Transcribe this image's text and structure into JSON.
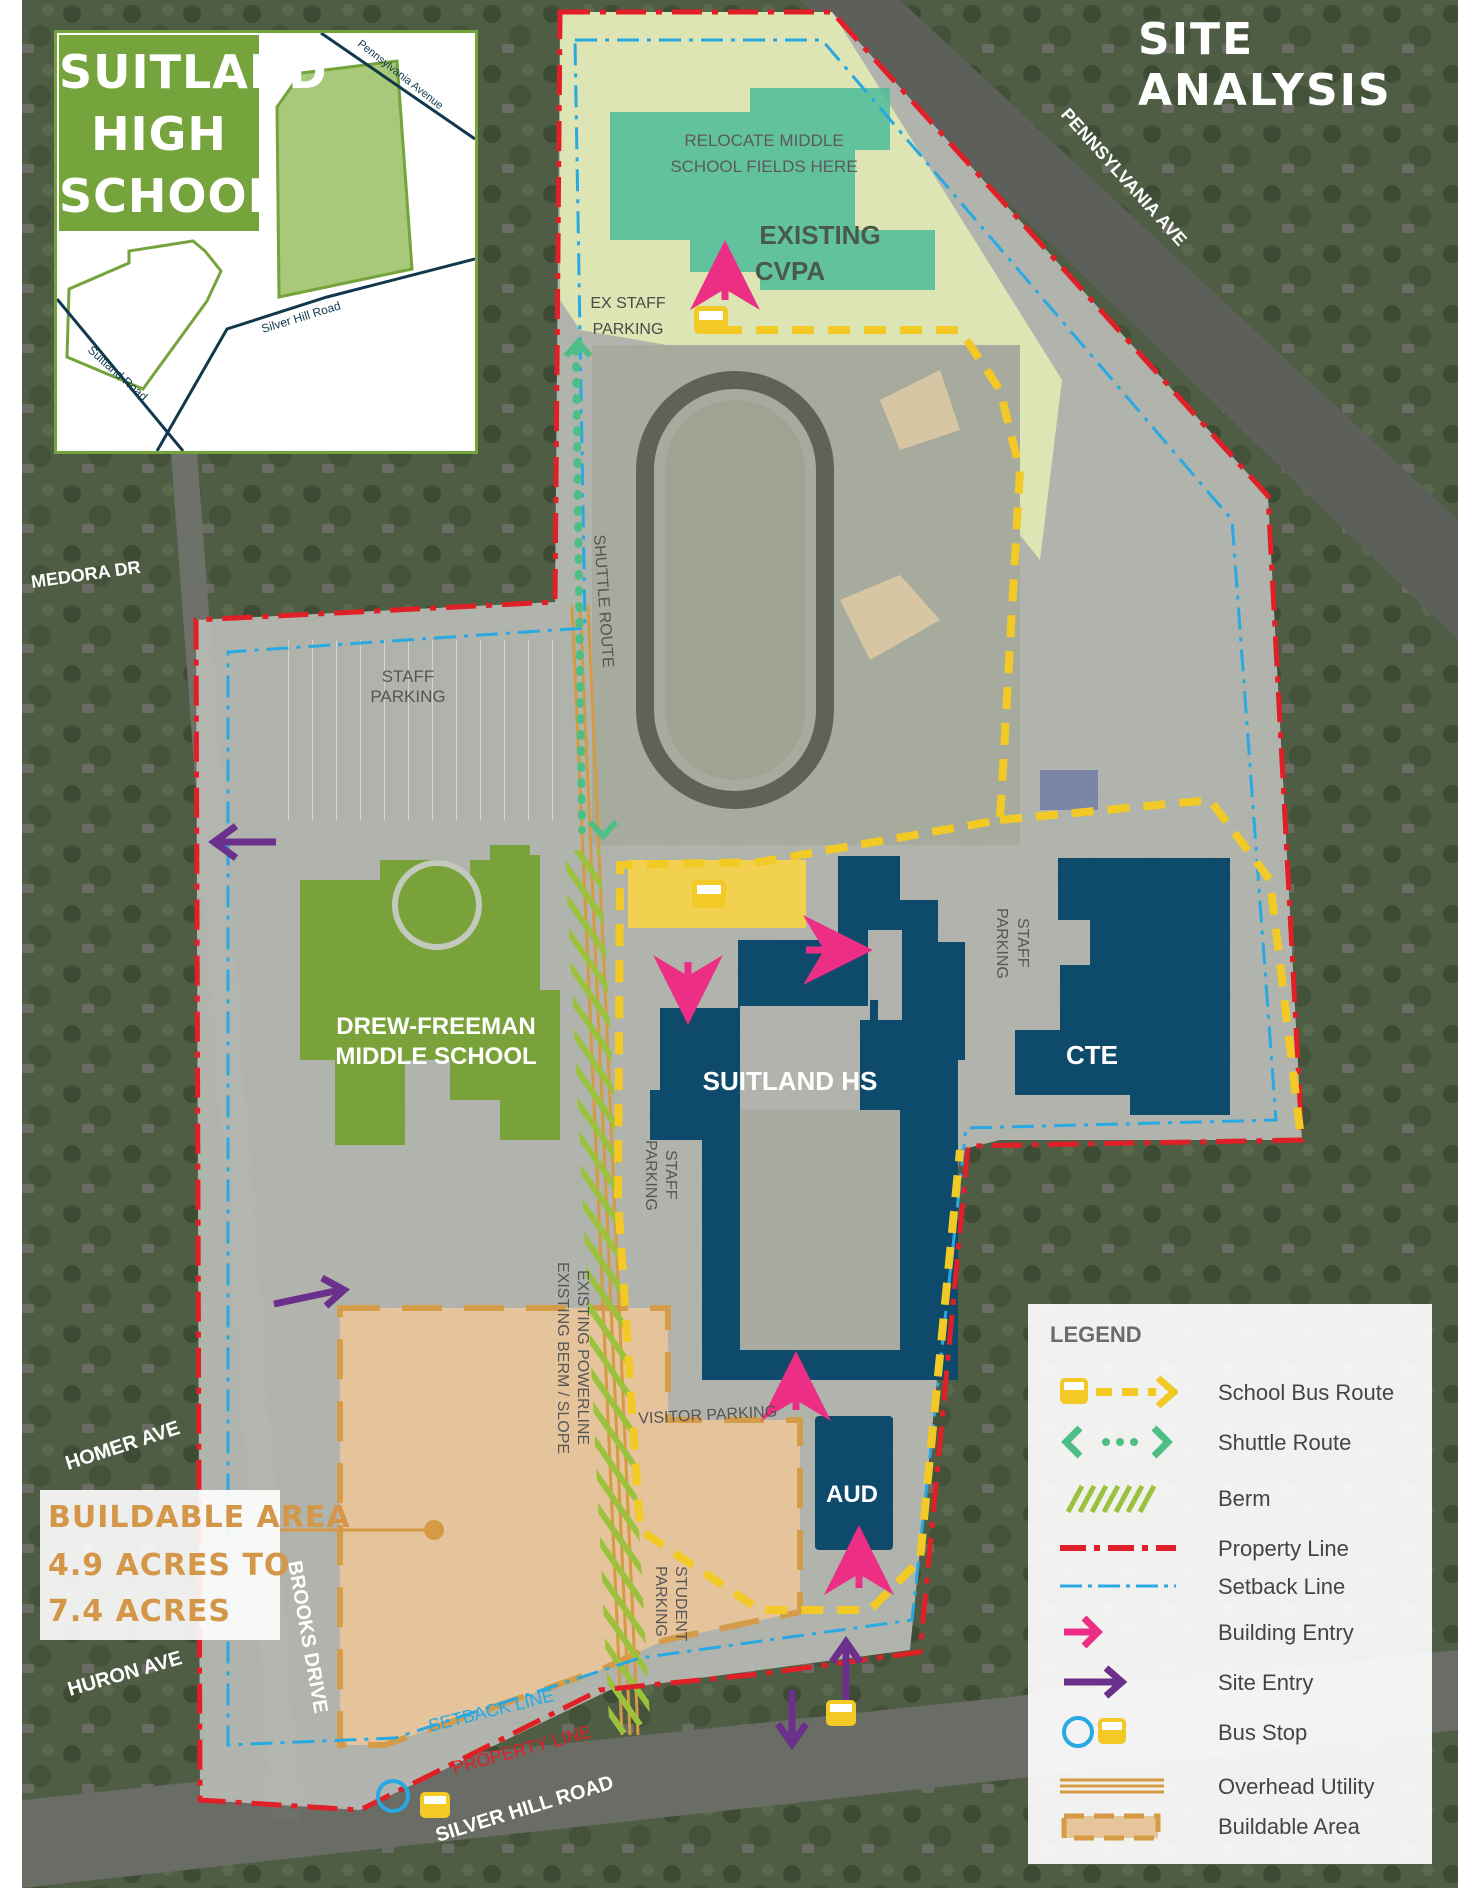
{
  "header": {
    "title": "SITE ANALYSIS"
  },
  "inset": {
    "title_lines": [
      "SUITLAND",
      "HIGH",
      "SCHOOL"
    ],
    "roads": [
      "Pennsylvania Avenue",
      "Silver Hill Road",
      "Suitland Road"
    ]
  },
  "map_labels": {
    "cvpa_note_1": "RELOCATE MIDDLE",
    "cvpa_note_2": "SCHOOL FIELDS HERE",
    "cvpa_1": "EXISTING",
    "cvpa_2": "CVPA",
    "ex_staff_1": "EX STAFF",
    "ex_staff_2": "PARKING",
    "pennsylvania_ave": "PENNSYLVANIA AVE",
    "medora_dr": "MEDORA DR",
    "shuttle_route": "SHUTTLE ROUTE",
    "staff_parking_top_1": "STAFF",
    "staff_parking_top_2": "PARKING",
    "staff_parking_right_1": "STAFF",
    "staff_parking_right_2": "PARKING",
    "drew_1": "DREW-FREEMAN",
    "drew_2": "MIDDLE SCHOOL",
    "suitland_hs": "SUITLAND HS",
    "cte": "CTE",
    "staff_parking_mid_1": "STAFF",
    "staff_parking_mid_2": "PARKING",
    "powerline_1": "EXISTING POWERLINE",
    "powerline_2": "EXISTING BERM / SLOPE",
    "visitor_parking": "VISITOR PARKING",
    "aud": "AUD",
    "student_parking_1": "STUDENT",
    "student_parking_2": "PARKING",
    "homer_ave": "HOMER AVE",
    "huron_ave": "HURON AVE",
    "brooks_drive": "BROOKS DRIVE",
    "setback_line": "SETBACK LINE",
    "property_line": "PROPERTY LINE",
    "silver_hill_road": "SILVER HILL ROAD"
  },
  "buildable_area": {
    "line_1": "BUILDABLE AREA",
    "line_2": "4.9 ACRES TO",
    "line_3": "7.4 ACRES"
  },
  "legend": {
    "title": "LEGEND",
    "items": [
      {
        "label": "School Bus Route",
        "icon": "school-bus-route-icon"
      },
      {
        "label": "Shuttle Route",
        "icon": "shuttle-route-icon"
      },
      {
        "label": "Berm",
        "icon": "berm-icon"
      },
      {
        "label": "Property Line",
        "icon": "property-line-icon"
      },
      {
        "label": "Setback Line",
        "icon": "setback-line-icon"
      },
      {
        "label": "Building Entry",
        "icon": "building-entry-icon"
      },
      {
        "label": "Site Entry",
        "icon": "site-entry-icon"
      },
      {
        "label": "Bus Stop",
        "icon": "bus-stop-icon"
      },
      {
        "label": "Overhead Utility",
        "icon": "overhead-utility-icon"
      },
      {
        "label": "Buildable Area",
        "icon": "buildable-area-icon"
      }
    ]
  },
  "colors": {
    "aerial": "#4b5a42",
    "site_gray": "#b9bcb5",
    "cvpa_zone": "#dfe8b4",
    "middle_school": "#79a33a",
    "high_school": "#0d4a6b",
    "buildable": "#e8c49b",
    "bus_route": "#f2c925",
    "shuttle": "#4dbf85",
    "property_line": "#e01f26",
    "setback_line": "#29a9e1",
    "building_entry": "#ec2e84",
    "site_entry": "#6b2f8c",
    "utility": "#d69a44"
  }
}
